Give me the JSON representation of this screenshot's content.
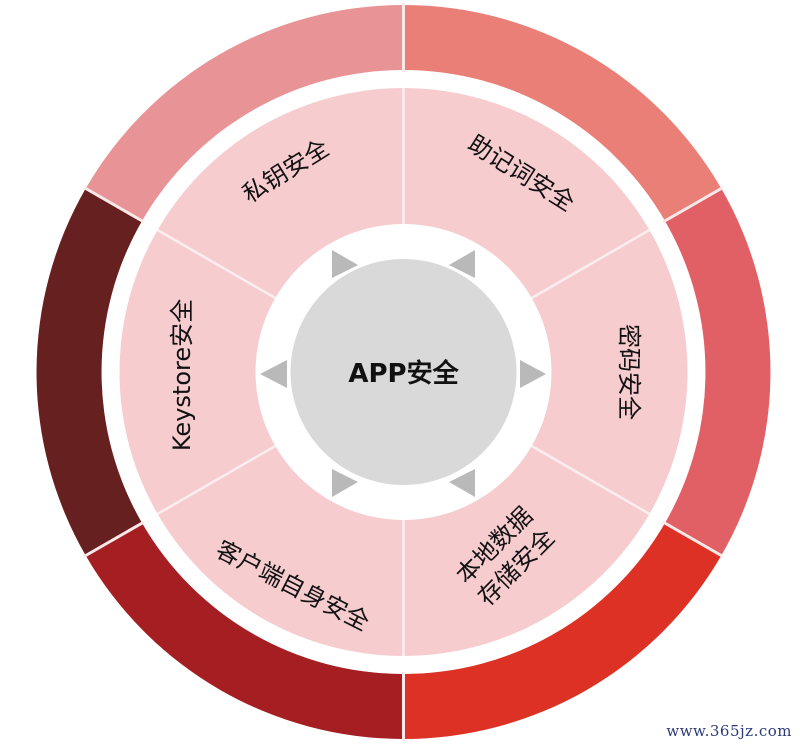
{
  "diagram": {
    "title": "APP安全",
    "center_label": "APP安全",
    "segments": [
      {
        "label": "助记词安全",
        "outer_color": "#ea7f78",
        "inner_color": "#f6ccce"
      },
      {
        "label": "密码安全",
        "outer_color": "#e06066",
        "inner_color": "#f6ccce"
      },
      {
        "label_line1": "本地数据",
        "label_line2": "存储安全",
        "label": "本地数据存储安全",
        "outer_color": "#dd3125",
        "inner_color": "#f6ccce"
      },
      {
        "label": "客户端自身安全",
        "outer_color": "#a51e22",
        "inner_color": "#f6ccce"
      },
      {
        "label": "Keystore安全",
        "outer_color": "#66201f",
        "inner_color": "#f6ccce"
      },
      {
        "label": "私钥安全",
        "outer_color": "#e89496",
        "inner_color": "#f6ccce"
      }
    ],
    "colors": {
      "center_fill": "#d9d9da",
      "arrow_fill": "#b9b9ba",
      "divider": "#fbe9e9",
      "background": "#ffffff"
    }
  },
  "watermark": "www.365jz.com"
}
